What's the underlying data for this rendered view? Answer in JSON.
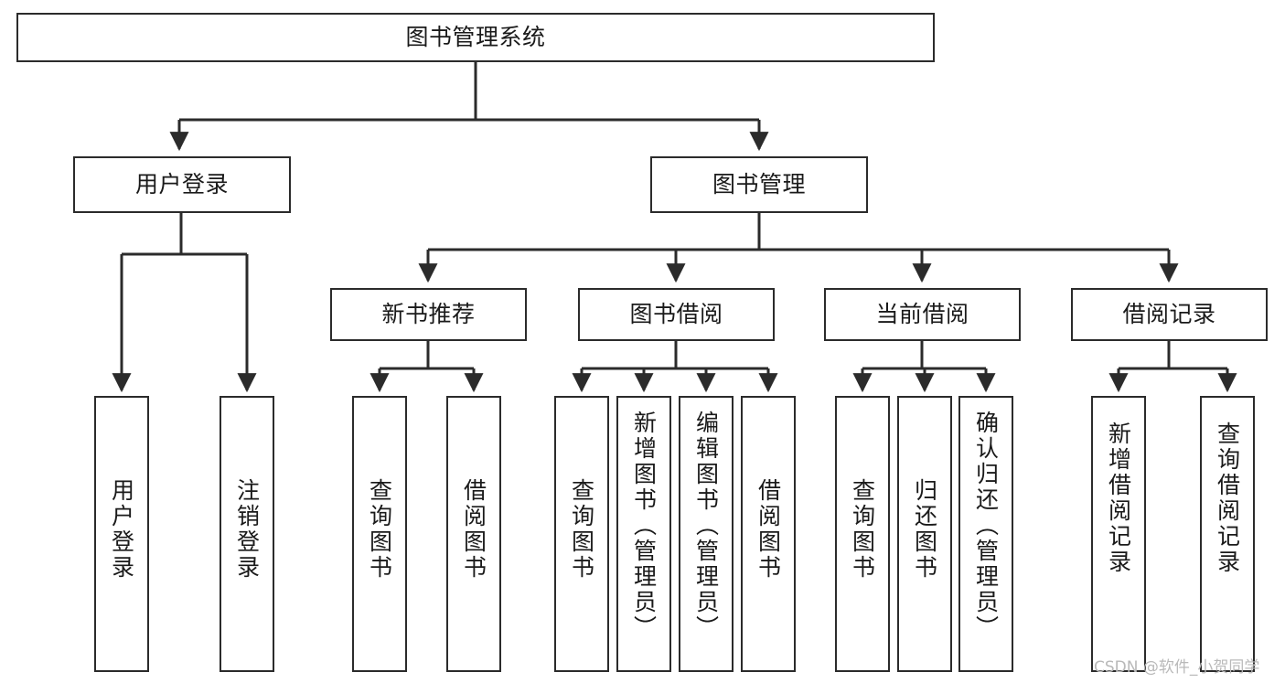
{
  "diagram": {
    "type": "tree",
    "title": "图书管理系统",
    "orientation": "top-down",
    "colors": {
      "box_stroke": "#2b2b2b",
      "box_fill": "#ffffff",
      "connector": "#2b2b2b",
      "text": "#1a1a1a",
      "watermark": "#b9b9b9",
      "background": "#ffffff"
    },
    "root": {
      "id": "root",
      "label": "图书管理系统"
    },
    "level2": [
      {
        "id": "user-login",
        "label": "用户登录"
      },
      {
        "id": "book-manage",
        "label": "图书管理"
      }
    ],
    "level3": [
      {
        "id": "new-book-rec",
        "label": "新书推荐",
        "parent": "book-manage"
      },
      {
        "id": "book-borrow",
        "label": "图书借阅",
        "parent": "book-manage"
      },
      {
        "id": "current-borrow",
        "label": "当前借阅",
        "parent": "book-manage"
      },
      {
        "id": "borrow-record",
        "label": "借阅记录",
        "parent": "book-manage"
      }
    ],
    "leaves": [
      {
        "id": "leaf-user-login",
        "label": "用户登录",
        "parent": "user-login"
      },
      {
        "id": "leaf-logout",
        "label": "注销登录",
        "parent": "user-login"
      },
      {
        "id": "leaf-query-book-1",
        "label": "查询图书",
        "parent": "new-book-rec"
      },
      {
        "id": "leaf-borrow-book-1",
        "label": "借阅图书",
        "parent": "new-book-rec"
      },
      {
        "id": "leaf-query-book-2",
        "label": "查询图书",
        "parent": "book-borrow"
      },
      {
        "id": "leaf-add-book",
        "label": "新增图书（管理员）",
        "parent": "book-borrow"
      },
      {
        "id": "leaf-edit-book",
        "label": "编辑图书（管理员）",
        "parent": "book-borrow"
      },
      {
        "id": "leaf-borrow-book-2",
        "label": "借阅图书",
        "parent": "book-borrow"
      },
      {
        "id": "leaf-query-book-3",
        "label": "查询图书",
        "parent": "current-borrow"
      },
      {
        "id": "leaf-return-book",
        "label": "归还图书",
        "parent": "current-borrow"
      },
      {
        "id": "leaf-confirm-return",
        "label": "确认归还（管理员）",
        "parent": "current-borrow"
      },
      {
        "id": "leaf-add-record",
        "label": "新增借阅记录",
        "parent": "borrow-record"
      },
      {
        "id": "leaf-query-record",
        "label": "查询借阅记录",
        "parent": "borrow-record"
      }
    ]
  },
  "watermark": {
    "text": "CSDN @软件_小贺同学"
  }
}
